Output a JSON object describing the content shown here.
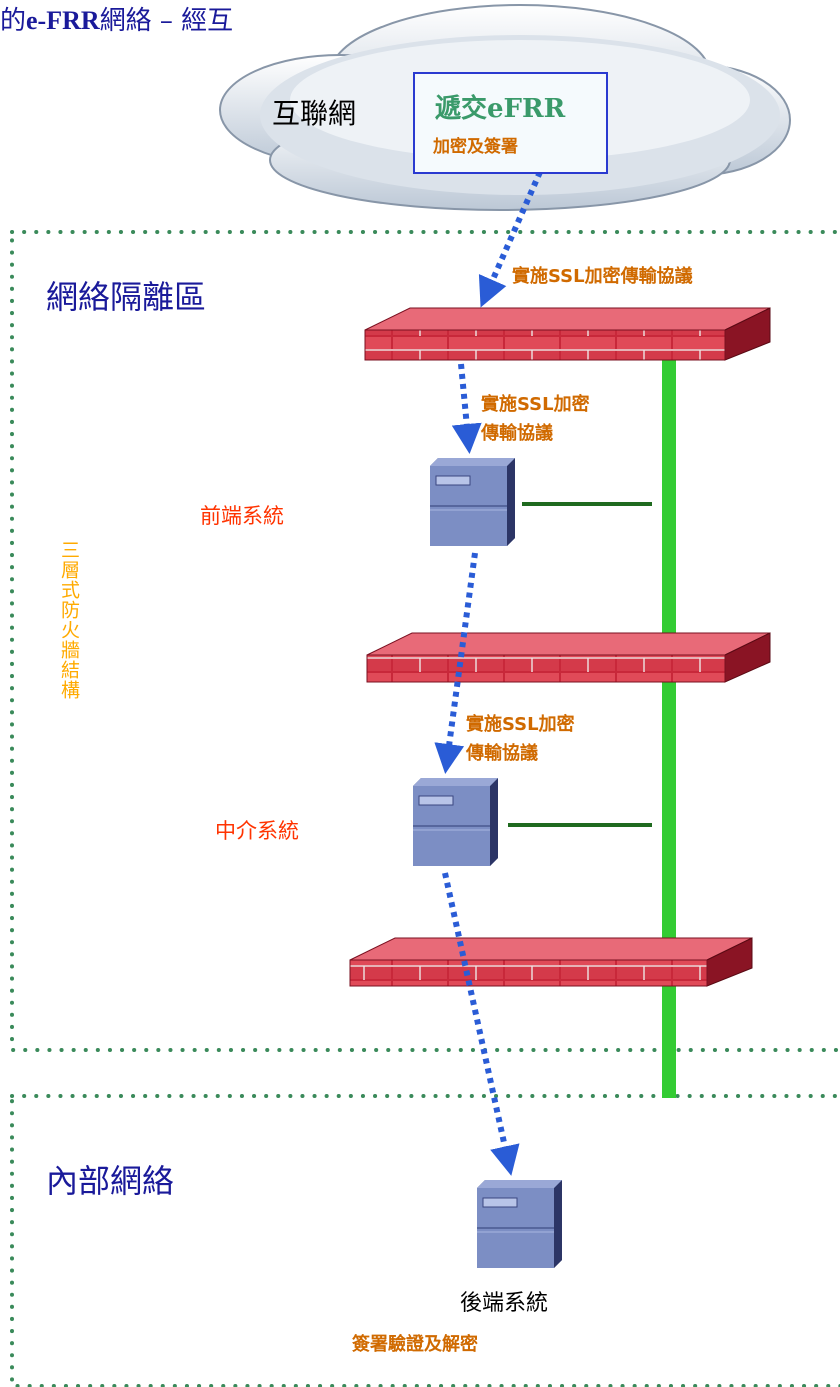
{
  "title_prefix": "的",
  "title_bold": "e-FRR",
  "title_suffix": "網絡 – 經互",
  "internet_label": "互聯網",
  "efrr_box": {
    "title": "遞交eFRR",
    "subtitle": "加密及簽署"
  },
  "dmz_label": "網絡隔離區",
  "internal_label": "內部網絡",
  "three_tier_label": "三層式防火牆結構",
  "ssl_label_1": "實施SSL加密傳輸協議",
  "ssl_label_2_line1": "實施SSL加密",
  "ssl_label_2_line2": "傳輸協議",
  "ssl_label_3_line1": "實施SSL加密",
  "ssl_label_3_line2": "傳輸協議",
  "front_end": "前端系統",
  "middle": "中介系統",
  "back_end": "後端系統",
  "verify_label": "簽署驗證及解密",
  "colors": {
    "zone_dots": "#3a8a5a",
    "backbone": "#33cc33",
    "link": "#1f6a1f",
    "arrow": "#2a5cd6",
    "brick": "#d43a4a",
    "server": "#6a7ab0"
  }
}
